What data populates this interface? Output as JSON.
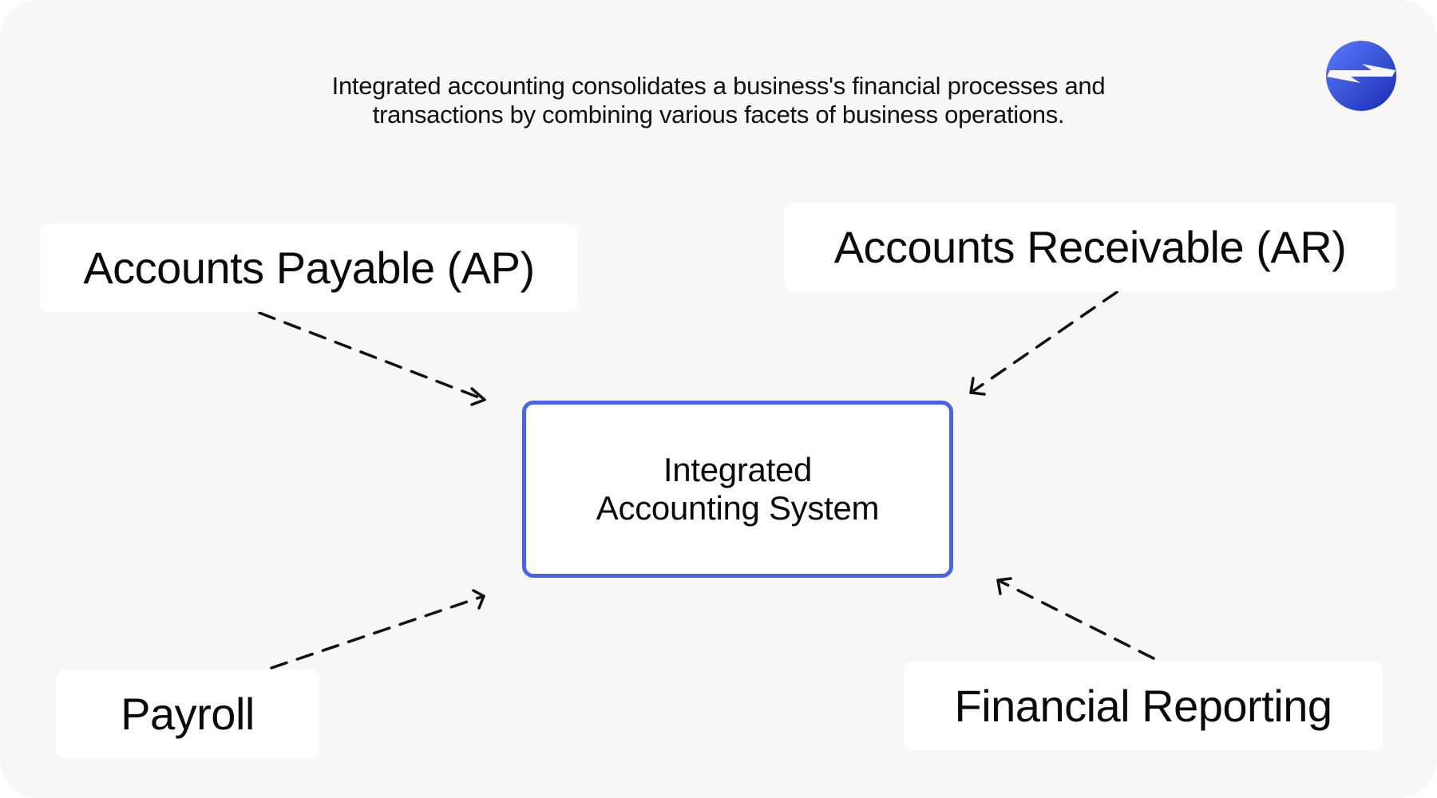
{
  "intro": {
    "line1": "Integrated accounting consolidates a business's financial processes and",
    "line2": "transactions by combining various facets of business operations."
  },
  "logo": {
    "icon": "brand-logo-icon",
    "colors": [
      "#4a64e6",
      "#1e2fb8"
    ]
  },
  "nodes": {
    "accounts_payable": "Accounts Payable (AP)",
    "accounts_receivable": "Accounts Receivable (AR)",
    "payroll": "Payroll",
    "financial_reporting": "Financial Reporting",
    "center": {
      "line1": "Integrated",
      "line2": "Accounting System"
    }
  },
  "colors": {
    "background": "#f7f7f8",
    "box": "#ffffff",
    "center_border": "#4a64e6",
    "arrow": "#111111"
  }
}
